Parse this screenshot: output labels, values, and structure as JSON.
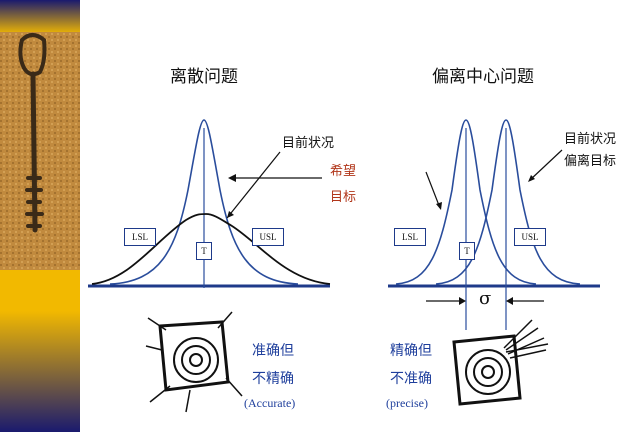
{
  "left_panel": {
    "title": "离散问题",
    "current_state_label": "目前状况",
    "target_label_line1": "希望",
    "target_label_line2": "目标",
    "lsl": "LSL",
    "usl": "USL",
    "t": "T",
    "caption_line1": "准确但",
    "caption_line2": "不精确",
    "caption_line3": "(Accurate)"
  },
  "right_panel": {
    "title": "偏离中心问题",
    "current_state_line1": "目前状况",
    "current_state_line2": "偏离目标",
    "lsl": "LSL",
    "usl": "USL",
    "t": "T",
    "sigma": "σ",
    "caption_line1": "精确但",
    "caption_line2": "不准确",
    "caption_line3": "(precise)"
  },
  "colors": {
    "curve_blue": "#2a4d9c",
    "curve_black": "#111111",
    "baseline": "#1e3a8a",
    "accent_red": "#b1361a",
    "sidebar_top": "#1a1a6e",
    "sidebar_bottom": "#f2b900"
  },
  "icons": [
    "key-image",
    "target-icon-scattered",
    "target-icon-clustered"
  ]
}
